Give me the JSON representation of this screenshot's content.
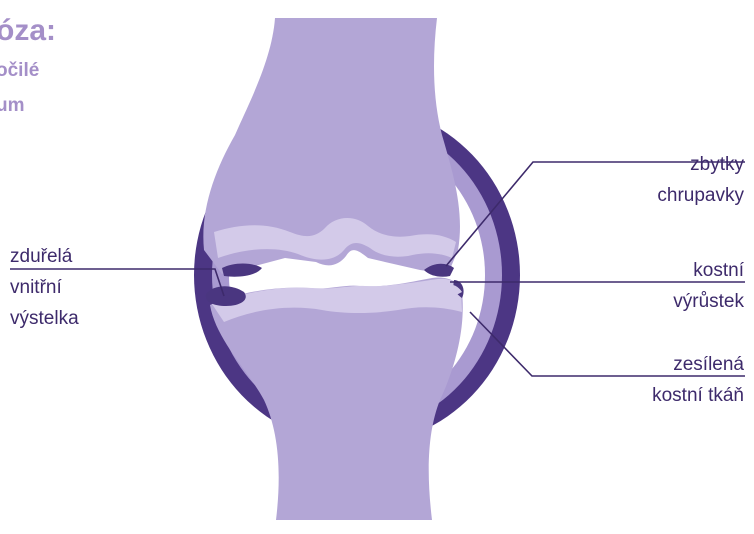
{
  "title": {
    "line1": "óza:",
    "line2": "očilé",
    "line3": "um"
  },
  "labels": {
    "cartilage_remnants": [
      "zbytky",
      "chrupavky"
    ],
    "bone_spur": [
      "kostní",
      "výrůstek"
    ],
    "thickened_bone": [
      "zesílená",
      "kostní tkáň"
    ],
    "swollen_lining": [
      "zduřelá",
      "vnitřní",
      "výstelka"
    ]
  },
  "colors": {
    "capsule_dark": "#4c3684",
    "capsule_light": "#a99ad1",
    "bone_fill": "#b3a6d6",
    "bone_dense": "#d3cae9",
    "cartilage": "#4a3680",
    "title": "#a48fc8",
    "label_text": "#3d2a6b",
    "leader_line": "#3d2a6b"
  }
}
